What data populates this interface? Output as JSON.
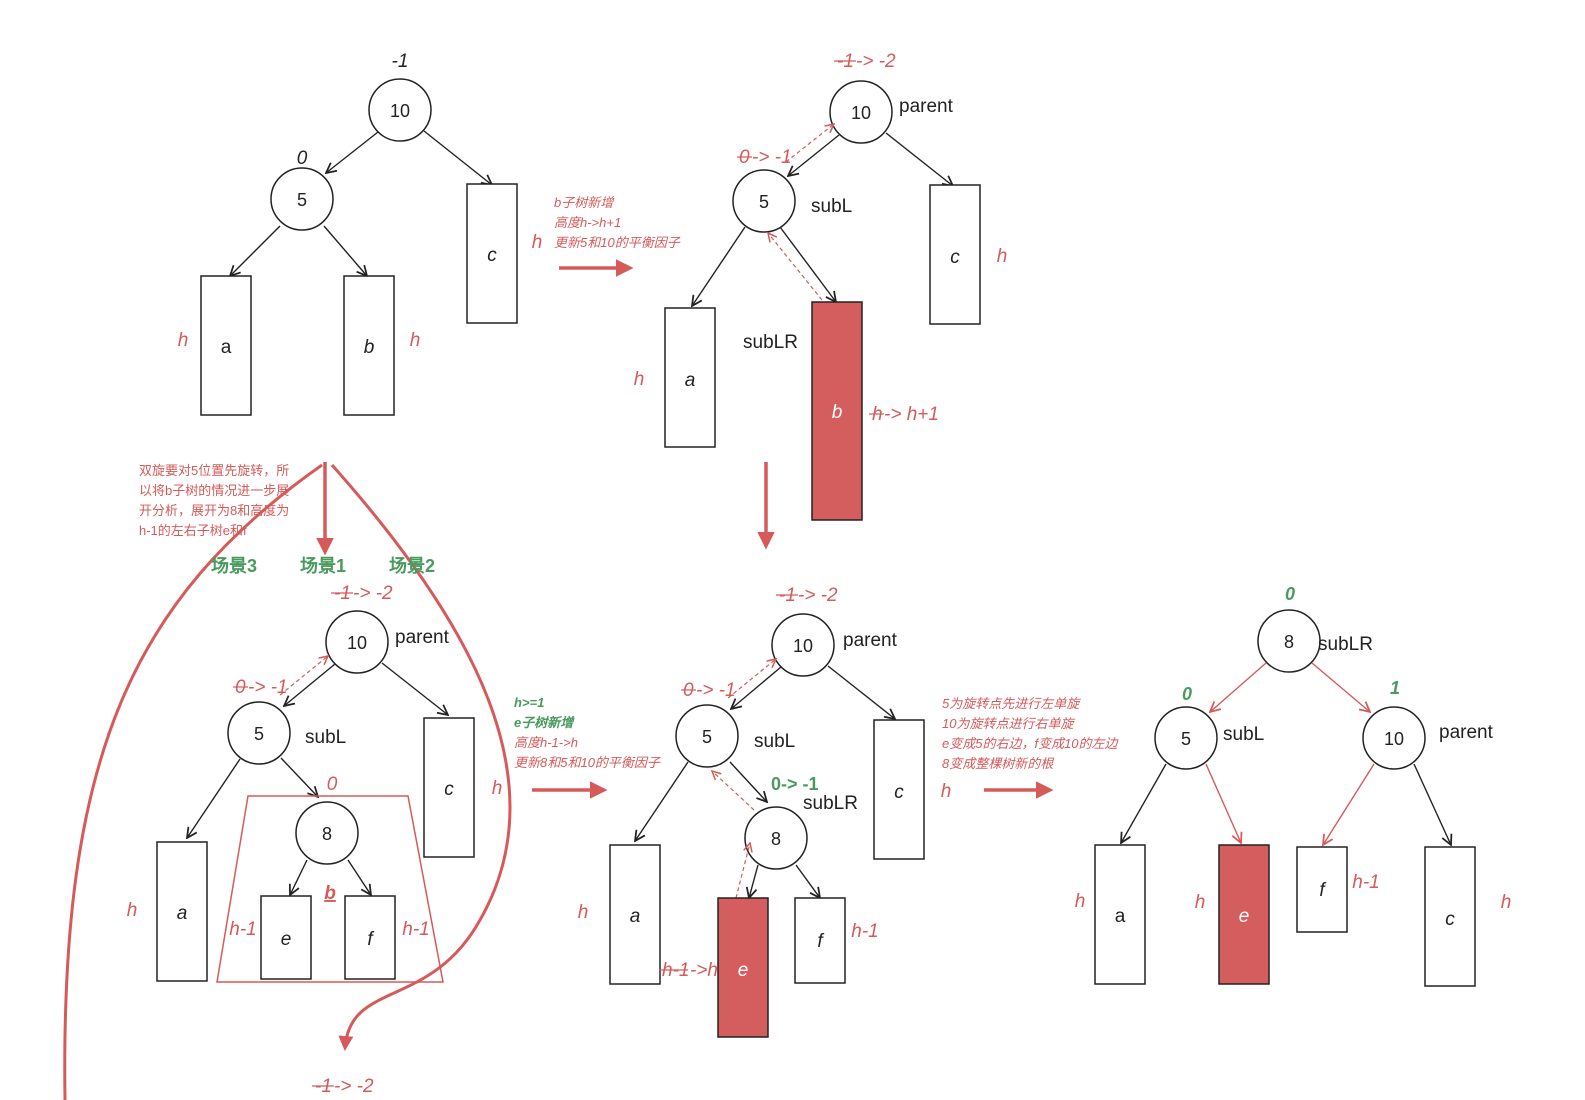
{
  "node_values": {
    "n10": "10",
    "n5": "5",
    "n8": "8"
  },
  "subtree_names": {
    "a": "a",
    "b": "b",
    "c": "c",
    "e": "e",
    "f": "f"
  },
  "pointer_names": {
    "parent": "parent",
    "subL": "subL",
    "subLR": "subLR"
  },
  "heights": {
    "h": "h",
    "h_minus_1": "h-1",
    "h_to_h_plus_1_old": "h",
    "h_to_h_plus_1_new": " -> h+1",
    "h_minus_1_to_h_old": "h-1",
    "h_minus_1_to_h_new": "->h"
  },
  "balance_factors": {
    "minus_1": "-1",
    "zero": "0",
    "one": "1",
    "old_minus_1": "-1",
    "new_minus_2": " -> -2",
    "old_zero": "0",
    "new_minus_1": " -> -1",
    "zero_to_minus_1": "0-> -1"
  },
  "annotations": {
    "step1": [
      "b子树新增",
      "高度h->h+1",
      "更新5和10的平衡因子"
    ],
    "double_rotation": [
      "双旋要对5位置先旋转，所",
      "以将b子树的情况进一步展",
      "开分析，展开为8和高度为",
      "h-1的左右子树e和f"
    ],
    "step2_condition": [
      "h>=1",
      "e子树新增"
    ],
    "step2_detail": [
      "高度h-1->h",
      "更新8和5和10的平衡因子"
    ],
    "step3": [
      "5为旋转点先进行左单旋",
      "10为旋转点进行右单旋",
      "e变成5的右边，f变成10的左边",
      "8变成整棵树新的根"
    ]
  },
  "scenarios": {
    "s1": "场景1",
    "s2": "场景2",
    "s3": "场景3"
  },
  "colors": {
    "accent_red": "#d65a5a",
    "fill_red": "#d45d5d",
    "green": "#4a9a5e",
    "black": "#222222"
  }
}
